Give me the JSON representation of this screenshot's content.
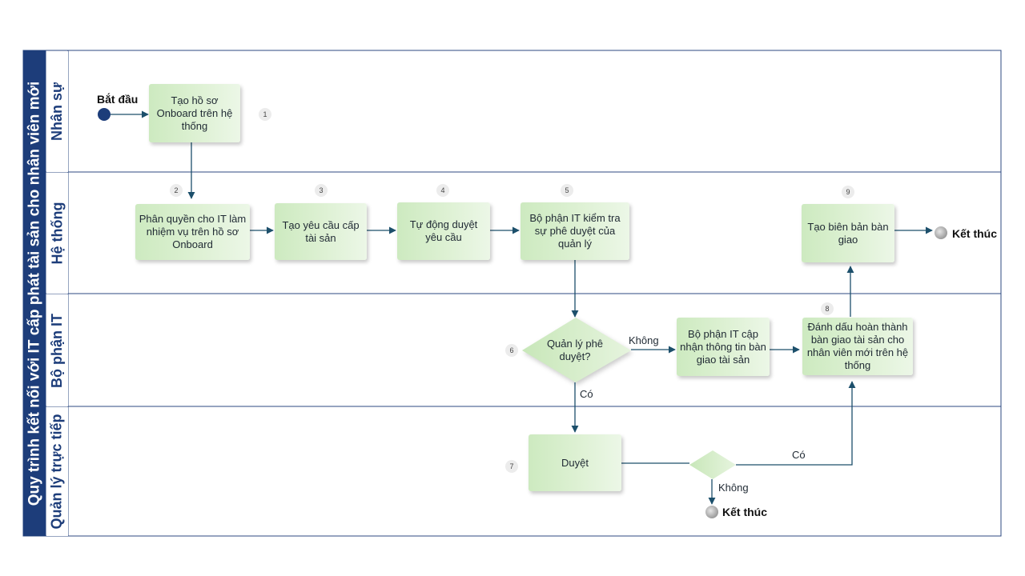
{
  "title": "Quy trình kết nối với IT cấp phát tài sản cho nhân viên mới",
  "lanes": [
    "Nhân sự",
    "Hệ thống",
    "Bộ phận IT",
    "Quản lý trực tiếp"
  ],
  "start_label": "Bắt đầu",
  "end_label_system": "Kết thúc",
  "end_label_manager": "Kết thúc",
  "steps": {
    "s1": "Tạo hồ sơ Onboard trên hệ thống",
    "s2": "Phân quyền cho IT làm nhiệm vụ trên hồ sơ Onboard",
    "s3": "Tạo yêu cầu cấp tài sản",
    "s4": "Tự động duyệt yêu cầu",
    "s5": "Bộ phận IT kiểm tra sự phê duyệt của quản lý",
    "s6": "Quản lý phê duyệt?",
    "s6b": "Bộ phận IT cập nhận thông tin bàn giao tài sản",
    "s7": "Duyệt",
    "s8": "Đánh dấu hoàn thành bàn giao tài sản cho nhân viên mới trên hệ thống",
    "s9": "Tạo biên bản bàn giao"
  },
  "numbers": [
    "1",
    "2",
    "3",
    "4",
    "5",
    "6",
    "7",
    "8",
    "9"
  ],
  "edge_labels": {
    "no_1": "Không",
    "yes_1": "Có",
    "yes_2": "Có",
    "no_2": "Không"
  },
  "colors": {
    "navy": "#1d3d7a",
    "arrow": "#1c4f6b",
    "box_green": "#d7eecb",
    "grid": "#2d4a80"
  }
}
